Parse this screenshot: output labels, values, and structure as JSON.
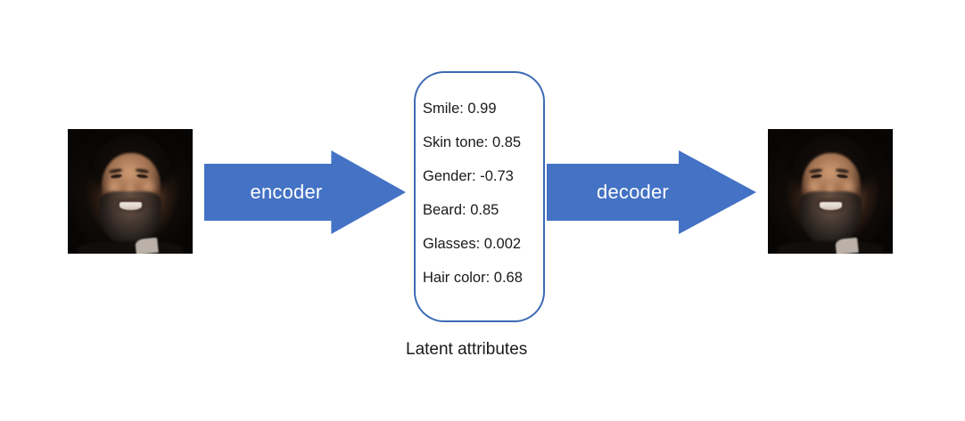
{
  "diagram": {
    "title_caption": "Latent attributes",
    "accent_color": "#4472C4",
    "bracket_color": "#3C6AB5",
    "arrow_label_color": "#FFFFFF"
  },
  "input_image": {
    "alt": "portrait-photo-smiling-bearded-man-dark-background"
  },
  "output_image": {
    "alt": "portrait-photo-smiling-bearded-man-dark-background"
  },
  "arrows": [
    {
      "label": "encoder",
      "direction": "right"
    },
    {
      "label": "decoder",
      "direction": "right"
    }
  ],
  "latent": {
    "caption": "Latent attributes",
    "attributes": [
      {
        "name": "Smile",
        "value": "0.99",
        "text": "Smile: 0.99"
      },
      {
        "name": "Skin tone",
        "value": "0.85",
        "text": "Skin tone: 0.85"
      },
      {
        "name": "Gender",
        "value": "-0.73",
        "text": "Gender: -0.73"
      },
      {
        "name": "Beard",
        "value": "0.85",
        "text": "Beard: 0.85"
      },
      {
        "name": "Glasses",
        "value": "0.002",
        "text": "Glasses: 0.002"
      },
      {
        "name": "Hair color",
        "value": "0.68",
        "text": "Hair color: 0.68"
      }
    ]
  }
}
